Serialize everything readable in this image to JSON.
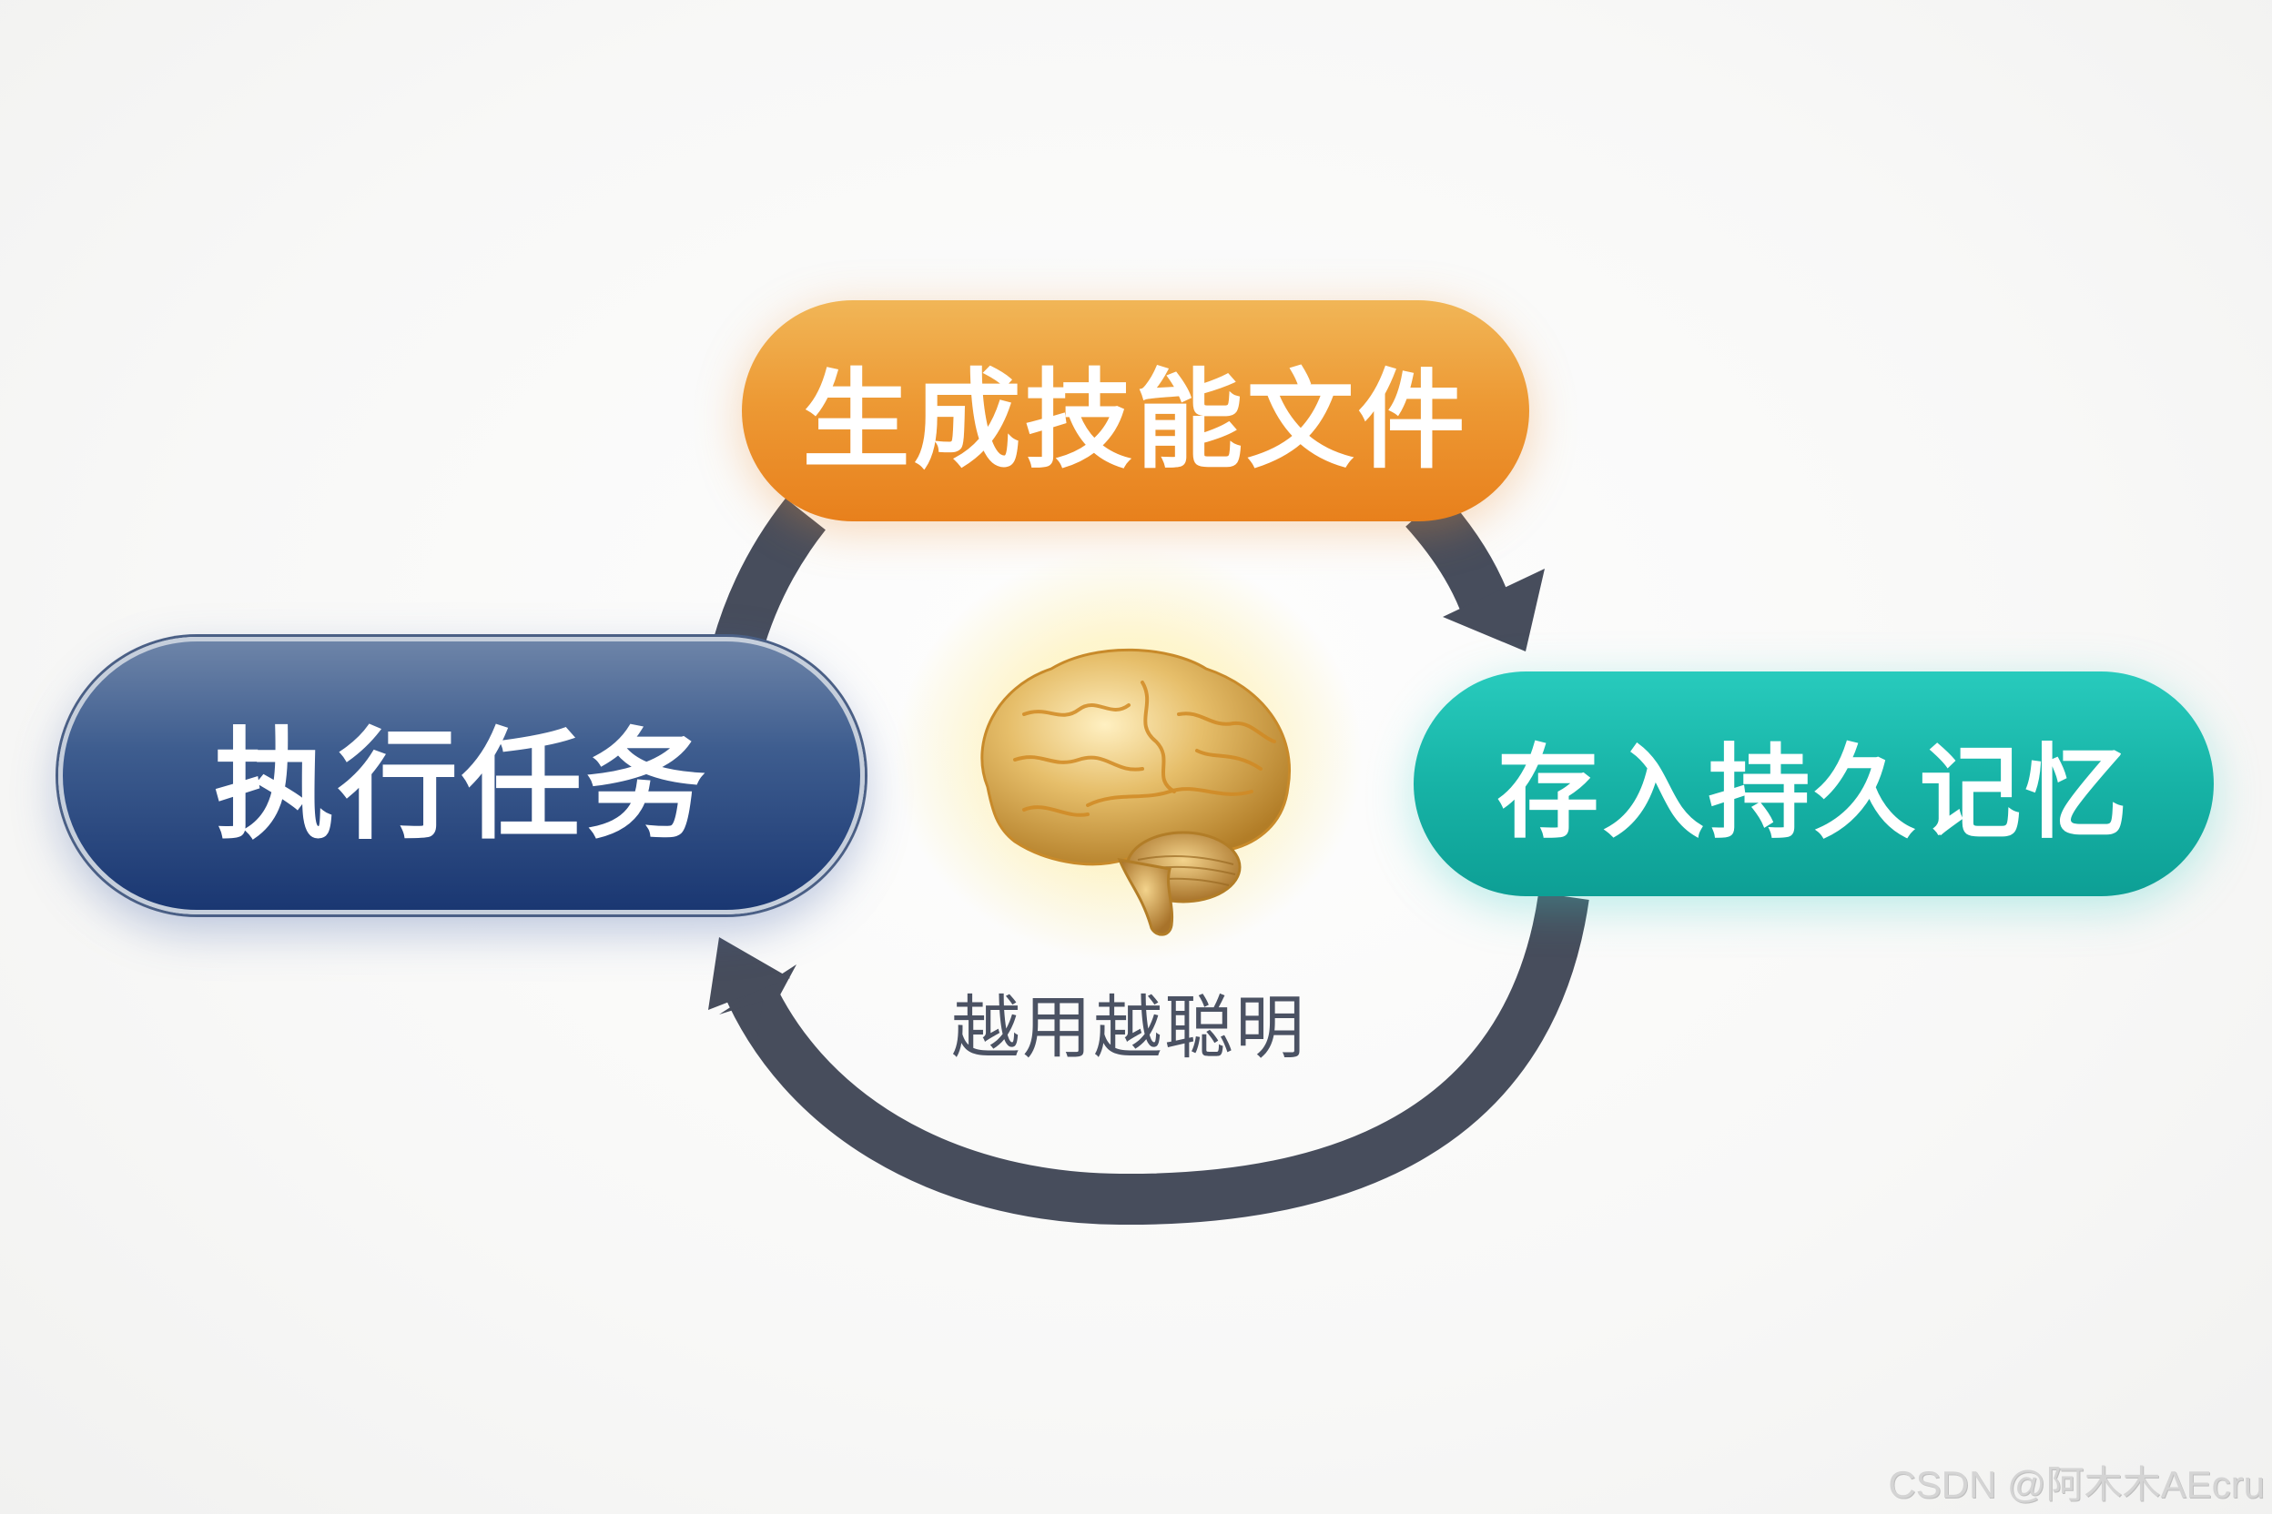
{
  "diagram": {
    "type": "cycle",
    "nodes": [
      {
        "id": "generate",
        "label": "生成技能文件",
        "color": "#ea8a28",
        "position": "top"
      },
      {
        "id": "store",
        "label": "存入持久记忆",
        "color": "#17b3a6",
        "position": "right"
      },
      {
        "id": "execute",
        "label": "执行任务",
        "color": "#1f3d78",
        "position": "left"
      }
    ],
    "edges": [
      {
        "from": "execute",
        "to": "generate"
      },
      {
        "from": "generate",
        "to": "store"
      },
      {
        "from": "store",
        "to": "execute"
      }
    ],
    "center": {
      "icon": "golden-brain-icon",
      "caption": "越用越聪明"
    },
    "arrow_color": "#474d5c"
  },
  "watermark": "CSDN @阿木木AEcru"
}
